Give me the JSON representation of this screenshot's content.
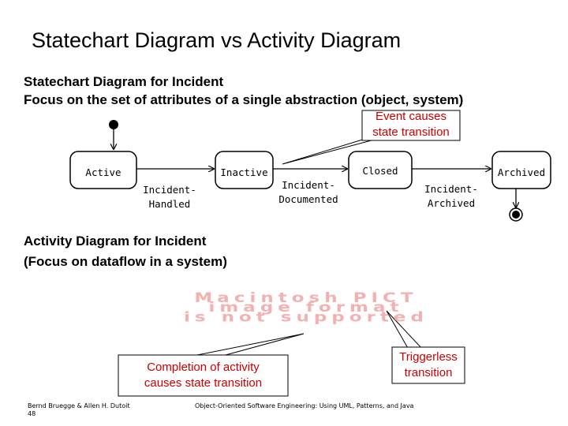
{
  "slide": {
    "title": "Statechart Diagram vs Activity Diagram",
    "statechart_heading": "Statechart Diagram for Incident",
    "statechart_focus": "Focus on the set of attributes of a single abstraction (object, system)",
    "activity_heading": "Activity Diagram for Incident",
    "activity_focus": "(Focus on dataflow in a system)"
  },
  "states": {
    "active": "Active",
    "inactive": "Inactive",
    "closed": "Closed",
    "archived": "Archived"
  },
  "transitions": {
    "handled_1": "Incident-",
    "handled_2": "Handled",
    "documented_1": "Incident-",
    "documented_2": "Documented",
    "archived_1": "Incident-",
    "archived_2": "Archived"
  },
  "callouts": {
    "event_1": "Event causes",
    "event_2": "state transition",
    "completion_1": "Completion of activity",
    "completion_2": "causes state transition",
    "triggerless_1": "Triggerless",
    "triggerless_2": "transition"
  },
  "placeholder": {
    "line1": "Macintosh PICT",
    "line2": "image format",
    "line3": "is not supported"
  },
  "footer": {
    "author": "Bernd Bruegge & Allen H. Dutoit",
    "page": "48",
    "book": "Object-Oriented Software Engineering: Using UML, Patterns, and Java"
  },
  "colors": {
    "callout_text": "#cc0000",
    "placeholder_text": "#f3b2b2"
  }
}
